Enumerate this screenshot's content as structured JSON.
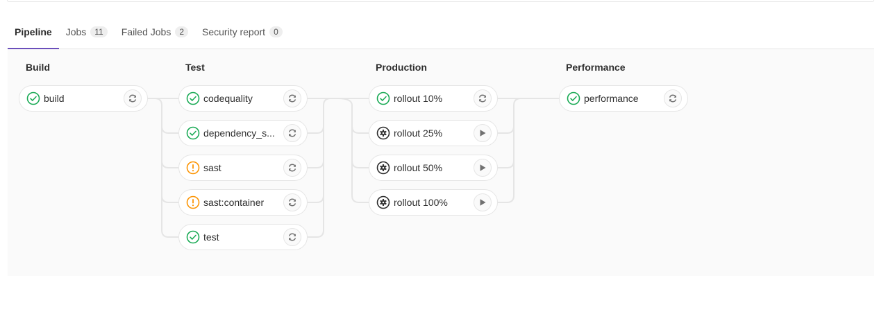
{
  "tabs": [
    {
      "label": "Pipeline",
      "count": null
    },
    {
      "label": "Jobs",
      "count": "11"
    },
    {
      "label": "Failed Jobs",
      "count": "2"
    },
    {
      "label": "Security report",
      "count": "0"
    }
  ],
  "stages": [
    {
      "name": "Build",
      "jobs": [
        {
          "name": "build",
          "status": "success",
          "action": "retry"
        }
      ]
    },
    {
      "name": "Test",
      "jobs": [
        {
          "name": "codequality",
          "status": "success",
          "action": "retry"
        },
        {
          "name": "dependency_s...",
          "status": "success",
          "action": "retry"
        },
        {
          "name": "sast",
          "status": "warning",
          "action": "retry"
        },
        {
          "name": "sast:container",
          "status": "warning",
          "action": "retry"
        },
        {
          "name": "test",
          "status": "success",
          "action": "retry"
        }
      ]
    },
    {
      "name": "Production",
      "jobs": [
        {
          "name": "rollout 10%",
          "status": "success",
          "action": "retry"
        },
        {
          "name": "rollout 25%",
          "status": "manual",
          "action": "play"
        },
        {
          "name": "rollout 50%",
          "status": "manual",
          "action": "play"
        },
        {
          "name": "rollout 100%",
          "status": "manual",
          "action": "play"
        }
      ]
    },
    {
      "name": "Performance",
      "jobs": [
        {
          "name": "performance",
          "status": "success",
          "action": "retry"
        }
      ]
    }
  ],
  "colors": {
    "success": "#1aaa55",
    "warning": "#fc9403",
    "manual": "#2e2e2e",
    "accent": "#6b4fbb"
  }
}
